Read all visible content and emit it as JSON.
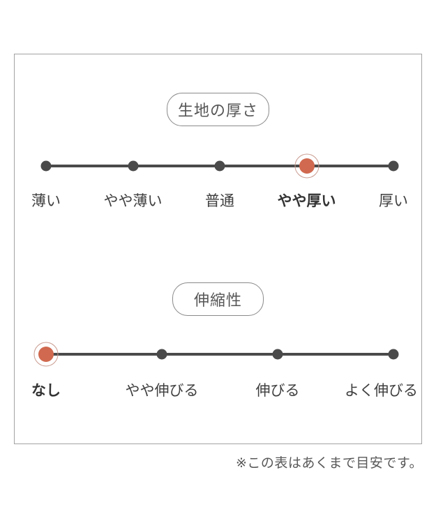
{
  "panel": {
    "sections": [
      {
        "id": "thickness",
        "title": "生地の厚さ",
        "options": [
          {
            "label": "薄い",
            "selected": false
          },
          {
            "label": "やや薄い",
            "selected": false
          },
          {
            "label": "普通",
            "selected": false
          },
          {
            "label": "やや厚い",
            "selected": true
          },
          {
            "label": "厚い",
            "selected": false
          }
        ]
      },
      {
        "id": "stretch",
        "title": "伸縮性",
        "options": [
          {
            "label": "なし",
            "selected": true
          },
          {
            "label": "やや伸びる",
            "selected": false
          },
          {
            "label": "伸びる",
            "selected": false
          },
          {
            "label": "よく伸びる",
            "selected": false
          }
        ]
      }
    ],
    "footnote": "※この表はあくまで目安です。"
  },
  "colors": {
    "line": "#4a4a4a",
    "dot": "#4a4a4a",
    "selected_dot": "#d0694f",
    "selected_ring": "#c99c90",
    "label_text": "#3e3e3e",
    "pill_border": "#8a8a8a",
    "pill_text": "#565656",
    "panel_border": "#a2a2a2",
    "footnote_text": "#585858"
  },
  "chart_data": [
    {
      "type": "scale",
      "title": "生地の厚さ",
      "categories": [
        "薄い",
        "やや薄い",
        "普通",
        "やや厚い",
        "厚い"
      ],
      "selected": "やや厚い",
      "selected_index": 3,
      "layout": "horizontal dot scale, selected point marked with red dot and ring"
    },
    {
      "type": "scale",
      "title": "伸縮性",
      "categories": [
        "なし",
        "やや伸びる",
        "伸びる",
        "よく伸びる"
      ],
      "selected": "なし",
      "selected_index": 0,
      "layout": "horizontal dot scale, selected point marked with red dot and ring"
    }
  ]
}
